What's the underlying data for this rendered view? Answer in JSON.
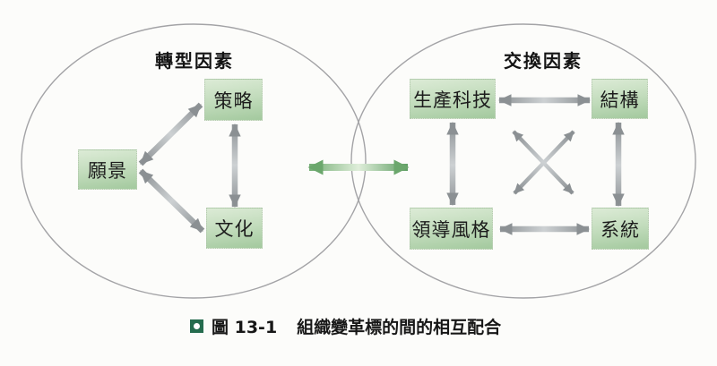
{
  "figure": {
    "left_group": {
      "title": "轉型因素",
      "boxes": {
        "vision": "願景",
        "strategy": "策略",
        "culture": "文化"
      }
    },
    "right_group": {
      "title": "交換因素",
      "boxes": {
        "production_technology": "生產科技",
        "structure": "結構",
        "leadership_style": "領導風格",
        "systems": "系統"
      }
    },
    "relationships": [
      {
        "from": "願景",
        "to": "策略",
        "type": "double-arrow"
      },
      {
        "from": "願景",
        "to": "文化",
        "type": "double-arrow"
      },
      {
        "from": "策略",
        "to": "文化",
        "type": "double-arrow"
      },
      {
        "from": "生產科技",
        "to": "結構",
        "type": "double-arrow"
      },
      {
        "from": "生產科技",
        "to": "領導風格",
        "type": "double-arrow"
      },
      {
        "from": "生產科技",
        "to": "系統",
        "type": "double-arrow"
      },
      {
        "from": "結構",
        "to": "系統",
        "type": "double-arrow"
      },
      {
        "from": "結構",
        "to": "領導風格",
        "type": "double-arrow"
      },
      {
        "from": "領導風格",
        "to": "系統",
        "type": "double-arrow"
      },
      {
        "from": "轉型因素",
        "to": "交換因素",
        "type": "green-double-arrow"
      }
    ],
    "colors": {
      "box_green_light": "#dcebd6",
      "box_green_dark": "#a3c99e",
      "arrow_gray_dark": "#8b9093",
      "arrow_gray_light": "#cdd1d3",
      "arrow_green": "#6ba76c",
      "ellipse_stroke": "#a3a3a6",
      "bullet_green": "#256c4e"
    }
  },
  "caption": {
    "figure_label": "圖 13-1",
    "title": "組織變革標的間的相互配合"
  }
}
